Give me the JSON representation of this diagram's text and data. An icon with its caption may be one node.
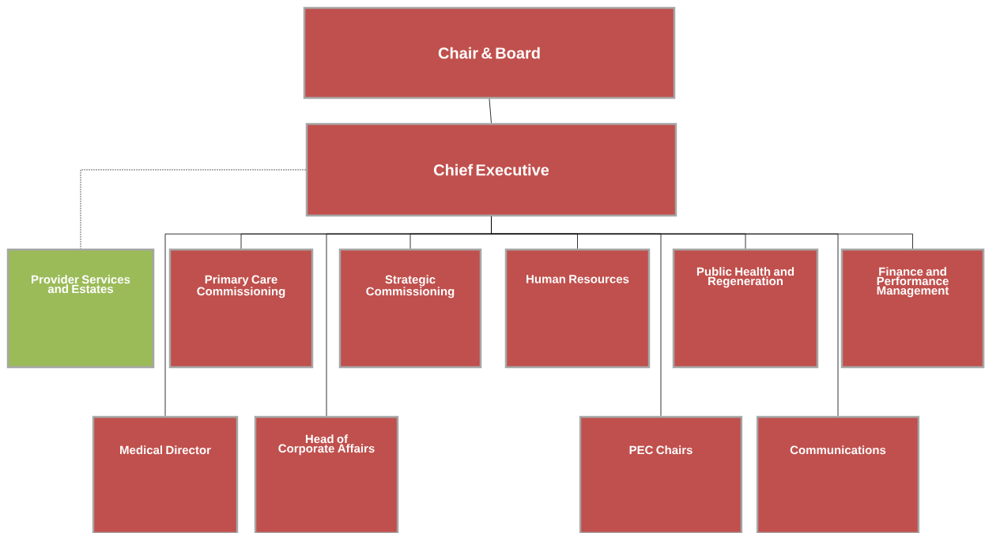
{
  "diagram": {
    "nodes": [
      {
        "text": [
          "Chair & Board"
        ]
      },
      {
        "text": [
          "Chief Executive"
        ]
      },
      {
        "text": [
          "Provider Services and Estates"
        ]
      },
      {
        "text": [
          "Primary Care Commissioning"
        ]
      },
      {
        "text": [
          "Strategic Commissioning"
        ]
      },
      {
        "text": [
          "Human Resources"
        ]
      },
      {
        "text": [
          "Public Health and Regeneration"
        ]
      },
      {
        "text": [
          "Finance and Performance Management"
        ]
      },
      {
        "text": [
          "Medical Director"
        ]
      },
      {
        "text": [
          "Head of Corporate Affairs"
        ]
      },
      {
        "text": [
          "PEC Chairs"
        ]
      },
      {
        "text": [
          "Communications"
        ]
      }
    ],
    "edges": [
      {
        "from": 0,
        "to": 1,
        "arrow": "none"
      },
      {
        "from": 1,
        "to": 2,
        "arrow": "none",
        "style": "dashed"
      },
      {
        "from": 1,
        "to": 3,
        "arrow": "none"
      },
      {
        "from": 1,
        "to": 4,
        "arrow": "none"
      },
      {
        "from": 1,
        "to": 5,
        "arrow": "none"
      },
      {
        "from": 1,
        "to": 6,
        "arrow": "none"
      },
      {
        "from": 1,
        "to": 7,
        "arrow": "none"
      },
      {
        "from": 1,
        "to": 8,
        "arrow": "none"
      },
      {
        "from": 1,
        "to": 9,
        "arrow": "none"
      },
      {
        "from": 1,
        "to": 10,
        "arrow": "none"
      },
      {
        "from": 1,
        "to": 11,
        "arrow": "none"
      }
    ]
  }
}
